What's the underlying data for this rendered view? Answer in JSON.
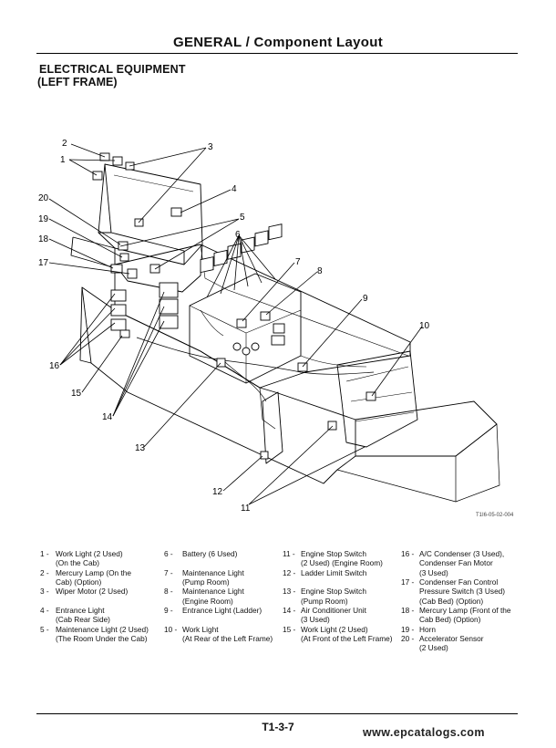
{
  "header": {
    "title": "GENERAL / Component Layout",
    "section": "ELECTRICAL EQUIPMENT",
    "subsection": "(LEFT FRAME)"
  },
  "diagram": {
    "figure_id": "T1I6-05-02-004",
    "callouts": [
      "1",
      "2",
      "3",
      "4",
      "5",
      "6",
      "7",
      "8",
      "9",
      "10",
      "11",
      "12",
      "13",
      "14",
      "15",
      "16",
      "17",
      "18",
      "19",
      "20"
    ]
  },
  "legend": {
    "col1": [
      {
        "num": "1 -",
        "text": "Work Light (2 Used)\n(On the Cab)"
      },
      {
        "num": "2 -",
        "text": "Mercury Lamp (On the\nCab) (Option)"
      },
      {
        "num": "3 -",
        "text": "Wiper Motor (2 Used)"
      },
      {
        "num": "4 -",
        "text": "Entrance Light\n(Cab Rear Side)"
      },
      {
        "num": "5 -",
        "text": "Maintenance Light (2 Used)\n(The Room Under the Cab)"
      }
    ],
    "col2": [
      {
        "num": "6 -",
        "text": "Battery (6 Used)"
      },
      {
        "num": "7 -",
        "text": "Maintenance Light\n(Pump Room)"
      },
      {
        "num": "8 -",
        "text": "Maintenance Light\n(Engine Room)"
      },
      {
        "num": "9 -",
        "text": "Entrance Light (Ladder)"
      },
      {
        "num": "10 -",
        "text": "Work Light\n(At Rear of the Left Frame)"
      }
    ],
    "col3": [
      {
        "num": "11 -",
        "text": "Engine Stop Switch\n(2 Used) (Engine Room)"
      },
      {
        "num": "12 -",
        "text": "Ladder Limit Switch"
      },
      {
        "num": "13 -",
        "text": "Engine Stop Switch\n(Pump Room)"
      },
      {
        "num": "14 -",
        "text": "Air Conditioner Unit\n(3 Used)"
      },
      {
        "num": "15 -",
        "text": "Work Light (2 Used)\n(At Front of the Left Frame)"
      }
    ],
    "col4": [
      {
        "num": "16 -",
        "text": "A/C Condenser (3 Used),\nCondenser Fan Motor\n(3 Used)"
      },
      {
        "num": "17 -",
        "text": "Condenser Fan Control\nPressure Switch (3 Used)\n(Cab Bed) (Option)"
      },
      {
        "num": "18 -",
        "text": "Mercury Lamp (Front of the\nCab Bed) (Option)"
      },
      {
        "num": "19 -",
        "text": "Horn"
      },
      {
        "num": "20 -",
        "text": "Accelerator Sensor\n(2 Used)"
      }
    ]
  },
  "footer": {
    "page_number": "T1-3-7",
    "watermark": "www.epcatalogs.com"
  }
}
